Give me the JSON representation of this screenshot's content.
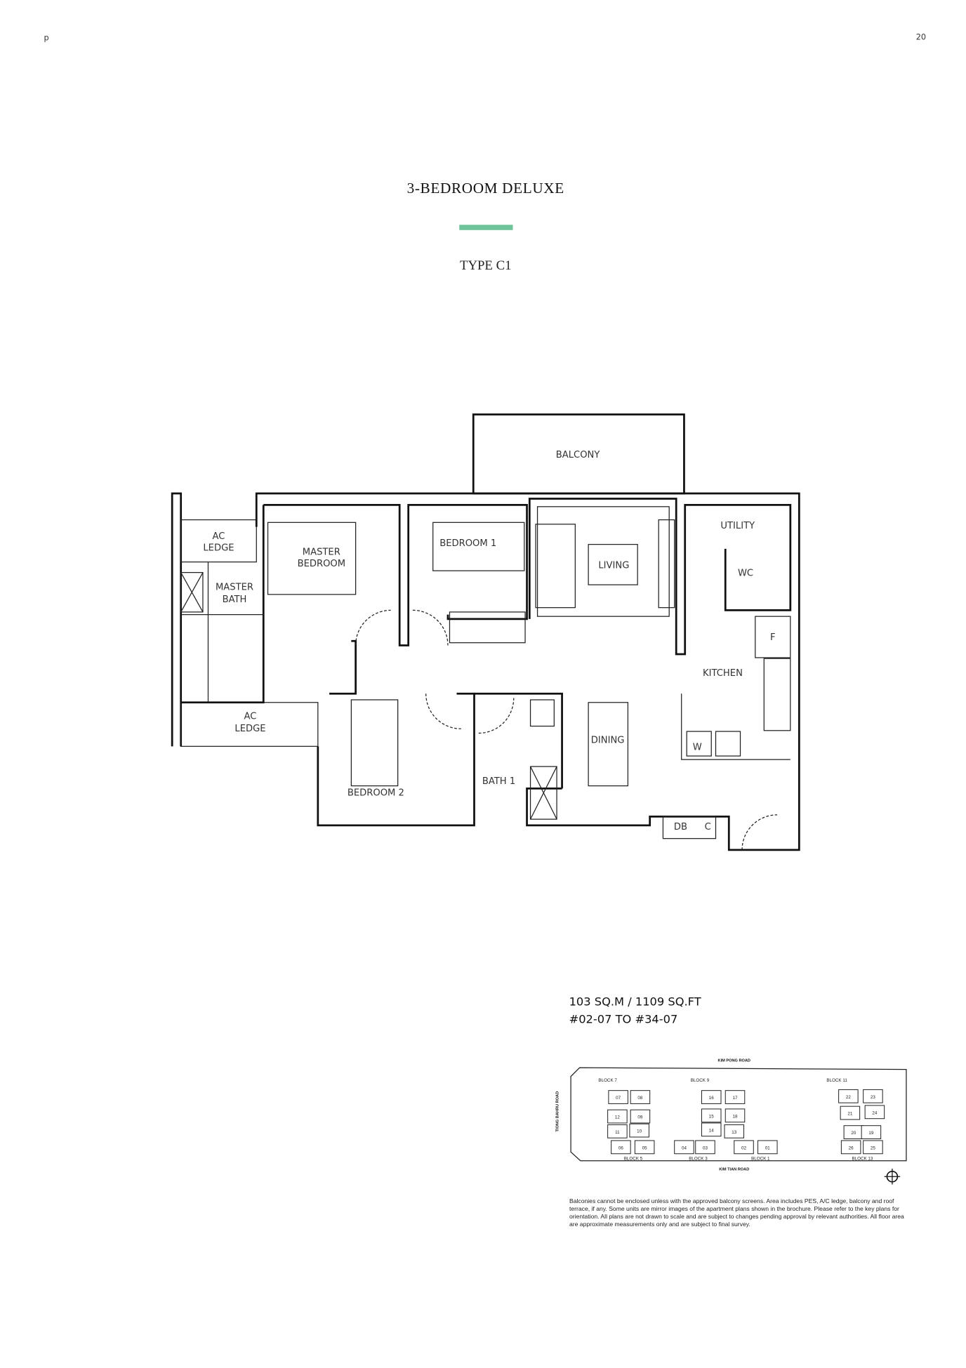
{
  "page": {
    "left_marker": "p",
    "page_number": "20"
  },
  "header": {
    "title": "3-BEDROOM DELUXE",
    "subtitle": "TYPE C1",
    "accent_color": "#6fc39a"
  },
  "floor_plan": {
    "rooms": {
      "balcony": "BALCONY",
      "ac_ledge_top_1": "AC",
      "ac_ledge_top_2": "LEDGE",
      "master_bedroom_1": "MASTER",
      "master_bedroom_2": "BEDROOM",
      "master_bath_1": "MASTER",
      "master_bath_2": "BATH",
      "bedroom1": "BEDROOM 1",
      "living": "LIVING",
      "utility": "UTILITY",
      "wc": "WC",
      "fridge": "F",
      "kitchen": "KITCHEN",
      "ac_ledge_bottom_1": "AC",
      "ac_ledge_bottom_2": "LEDGE",
      "bedroom2": "BEDROOM 2",
      "bath1": "BATH 1",
      "dining": "DINING",
      "washer": "W",
      "db": "DB",
      "c": "C"
    }
  },
  "info": {
    "area": "103 SQ.M / 1109 SQ.FT",
    "units": "#02-07 TO #34-07"
  },
  "key_plan": {
    "roads": {
      "north": "KIM PONG ROAD",
      "south": "KIM TIAN ROAD",
      "west": "TIONG BAHRU ROAD"
    },
    "blocks": {
      "b7": "BLOCK 7",
      "b9": "BLOCK 9",
      "b11": "BLOCK 11",
      "b5": "BLOCK 5",
      "b3": "BLOCK 3",
      "b1": "BLOCK 1",
      "b13": "BLOCK 13"
    },
    "highlight_unit": "07",
    "highlight_color": "#6fbf8e",
    "units": [
      "07",
      "08",
      "12",
      "09",
      "11",
      "10",
      "06",
      "05",
      "04",
      "03",
      "02",
      "01",
      "16",
      "17",
      "15",
      "18",
      "14",
      "13",
      "22",
      "23",
      "21",
      "24",
      "20",
      "19",
      "26",
      "25"
    ]
  },
  "disclaimer": "Balconies cannot be enclosed unless with the approved balcony screens. Area includes PES, A/C ledge, balcony and roof terrace, if any. Some units are mirror images of the apartment plans shown in the brochure. Please refer to the key plans for orientation. All plans are not drawn to scale and are subject to changes pending approval by relevant authorities. All floor area are approximate measurements only and are subject to final survey."
}
